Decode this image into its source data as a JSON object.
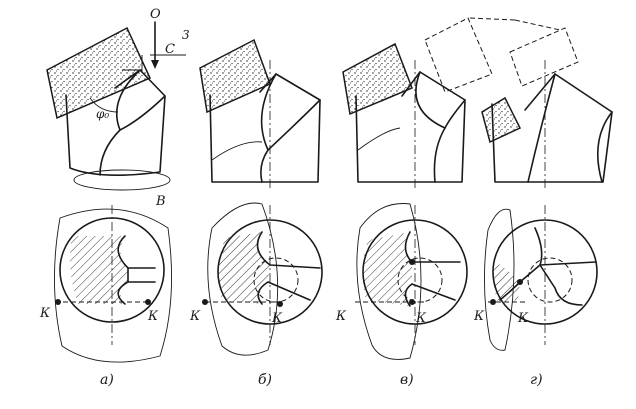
{
  "labels": {
    "axis_o": "О",
    "axis_c": "С",
    "axis_3": "3",
    "angle": "φ₀",
    "point_b": "В",
    "k": "К"
  },
  "captions": {
    "a": "а)",
    "b": "б)",
    "v": "в)",
    "g": "г)"
  }
}
